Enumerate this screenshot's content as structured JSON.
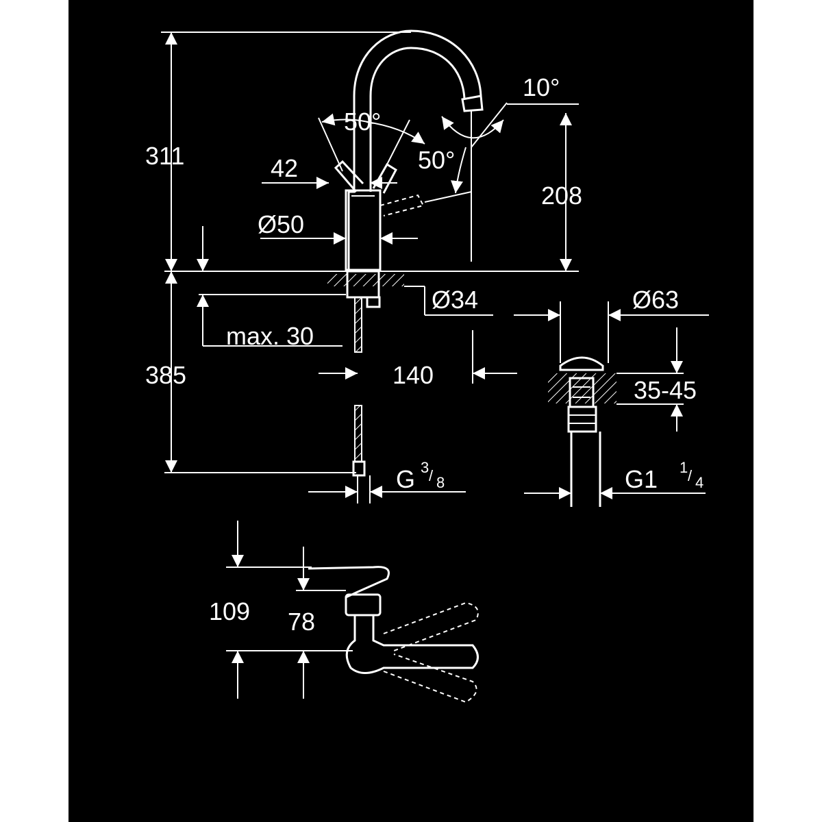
{
  "diagram": {
    "background_color": "#000000",
    "line_color": "#ffffff",
    "dimensions": {
      "height_total": "311",
      "handle_width": "42",
      "body_diameter": "Ø50",
      "lever_angle_left": "50°",
      "lever_angle_right": "50°",
      "spout_tilt": "10°",
      "spout_height": "208",
      "hole_diameter": "Ø34",
      "max_thickness": "max. 30",
      "hose_length": "385",
      "reach": "140",
      "connection_main": "G",
      "connection_num": "3",
      "connection_den": "8",
      "waste_diameter": "Ø63",
      "waste_thickness": "35-45",
      "waste_connection_main": "G1",
      "waste_connection_num": "1",
      "waste_connection_den": "4",
      "top_view_depth": "109",
      "top_view_handle": "78"
    }
  }
}
